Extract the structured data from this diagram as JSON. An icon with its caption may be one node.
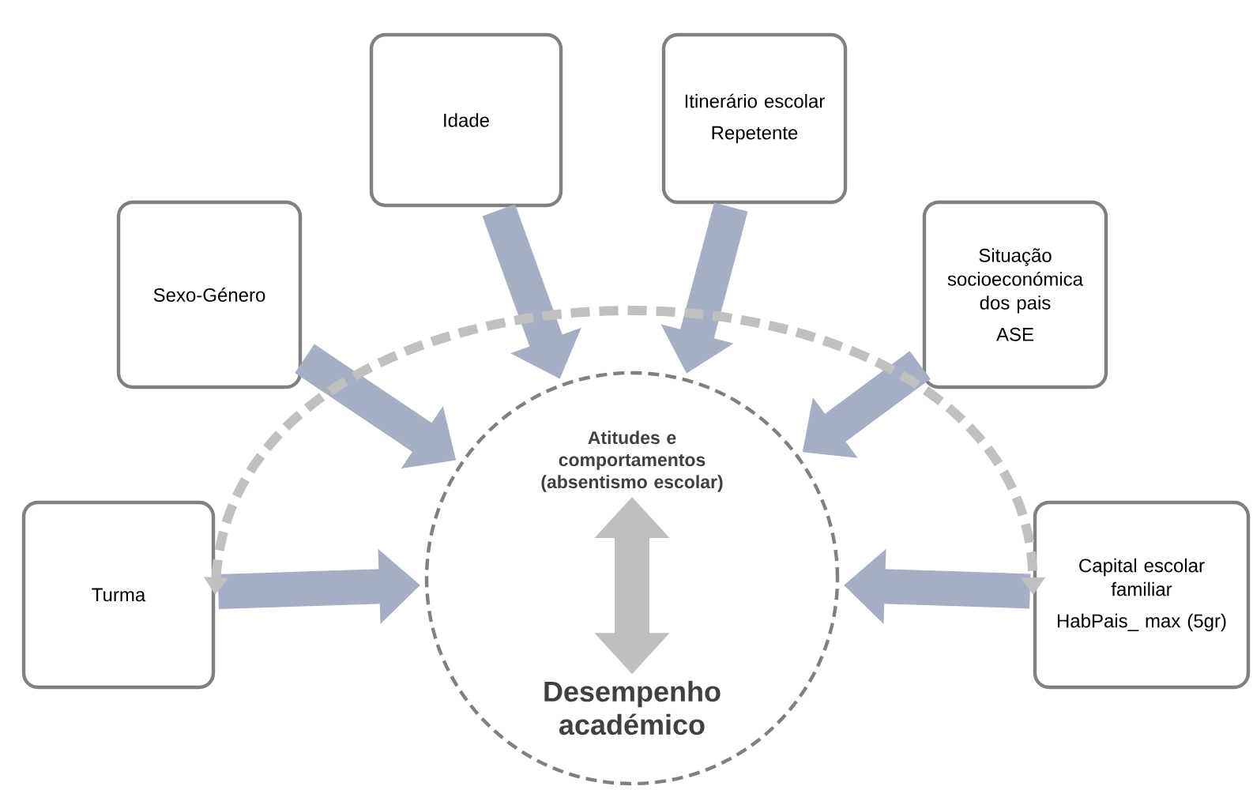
{
  "diagram": {
    "nodes": [
      {
        "text": [
          "Sexo-Género"
        ]
      },
      {
        "text": [
          "Idade"
        ]
      },
      {
        "text": [
          "Itinerário escolar",
          "Repetente"
        ]
      },
      {
        "text": [
          "Situação socioeconómica dos pais",
          "ASE"
        ]
      },
      {
        "text": [
          "Turma"
        ]
      },
      {
        "text": [
          "Capital escolar familiar",
          "HabPais_ max (5gr)"
        ]
      },
      {
        "text": [],
        "shape": "circle"
      },
      {
        "text": [
          "Atitudes e comportamentos (absentismo escolar)"
        ],
        "in": 6
      },
      {
        "text": [
          "Desempenho académico"
        ],
        "in": 6
      }
    ],
    "edges": [
      {
        "from": 0,
        "to": 6,
        "arrow": "to"
      },
      {
        "from": 1,
        "to": 6,
        "arrow": "to"
      },
      {
        "from": 2,
        "to": 6,
        "arrow": "to"
      },
      {
        "from": 3,
        "to": 6,
        "arrow": "to"
      },
      {
        "from": 4,
        "to": 6,
        "arrow": "to"
      },
      {
        "from": 5,
        "to": 6,
        "arrow": "to"
      },
      {
        "from": 7,
        "to": 8,
        "arrow": "both",
        "color": "#bfbfbf"
      },
      {
        "from": 4,
        "to": 5,
        "arrow": "both",
        "style": "dashed",
        "color": "#c0c0c0"
      }
    ]
  }
}
